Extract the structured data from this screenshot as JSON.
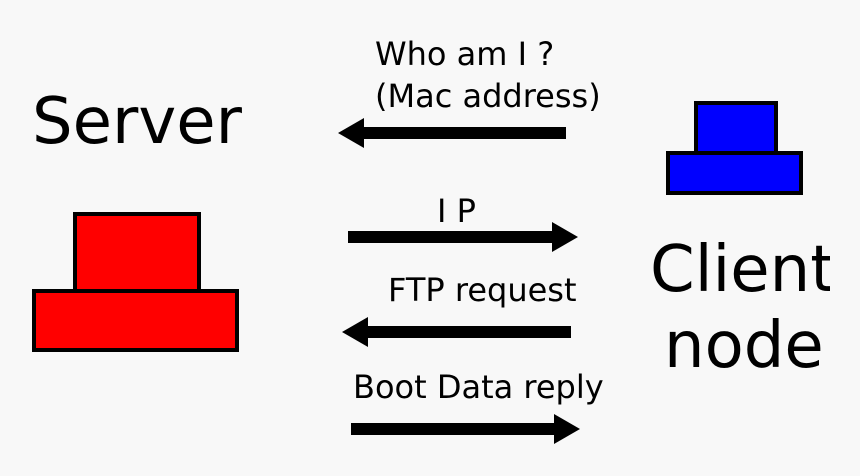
{
  "server": {
    "title": "Server",
    "color": "#ff0000"
  },
  "client": {
    "title_line1": "Client",
    "title_line2": "node",
    "color": "#0000ff"
  },
  "messages": [
    {
      "line1": "Who am I ?",
      "line2": "(Mac address)",
      "direction": "client-to-server"
    },
    {
      "line1": "I P",
      "direction": "server-to-client"
    },
    {
      "line1": "FTP request",
      "direction": "client-to-server"
    },
    {
      "line1": "Boot Data reply",
      "direction": "server-to-client"
    }
  ],
  "colors": {
    "background": "#f8f8f8",
    "stroke": "#000000"
  }
}
